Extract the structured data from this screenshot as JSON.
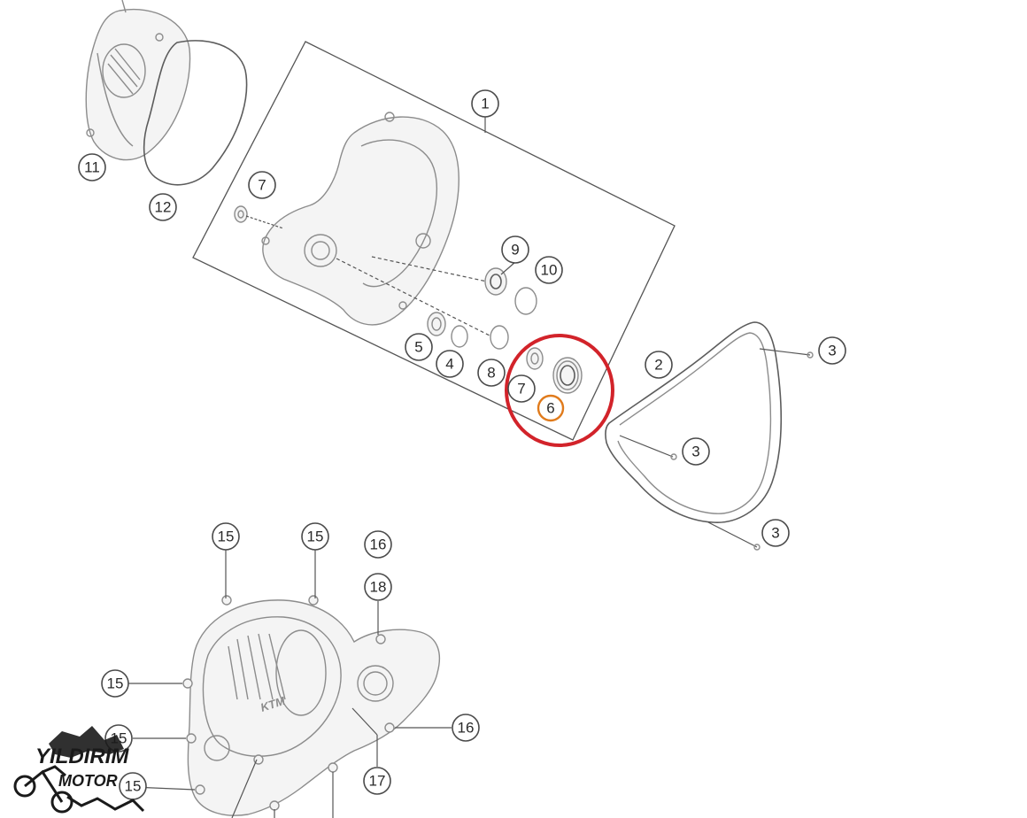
{
  "diagram": {
    "labels": [
      {
        "id": "l1",
        "text": "1"
      },
      {
        "id": "l2",
        "text": "2"
      },
      {
        "id": "l3a",
        "text": "3"
      },
      {
        "id": "l3b",
        "text": "3"
      },
      {
        "id": "l3c",
        "text": "3"
      },
      {
        "id": "l4",
        "text": "4"
      },
      {
        "id": "l5",
        "text": "5"
      },
      {
        "id": "l6",
        "text": "6"
      },
      {
        "id": "l7a",
        "text": "7"
      },
      {
        "id": "l7b",
        "text": "7"
      },
      {
        "id": "l8",
        "text": "8"
      },
      {
        "id": "l9",
        "text": "9"
      },
      {
        "id": "l10",
        "text": "10"
      },
      {
        "id": "l11",
        "text": "11"
      },
      {
        "id": "l12",
        "text": "12"
      },
      {
        "id": "l15a",
        "text": "15"
      },
      {
        "id": "l15b",
        "text": "15"
      },
      {
        "id": "l15c",
        "text": "15"
      },
      {
        "id": "l15d",
        "text": "15"
      },
      {
        "id": "l16a",
        "text": "16"
      },
      {
        "id": "l16b",
        "text": "16"
      },
      {
        "id": "l17",
        "text": "17"
      },
      {
        "id": "l18",
        "text": "18"
      },
      {
        "id": "l15e",
        "text": "15"
      }
    ],
    "highlight_color": "#d2232a",
    "selected_part_color": "#e07b1c"
  },
  "logo": {
    "line1": "YILDIRIM",
    "line2": "MOTOR"
  }
}
